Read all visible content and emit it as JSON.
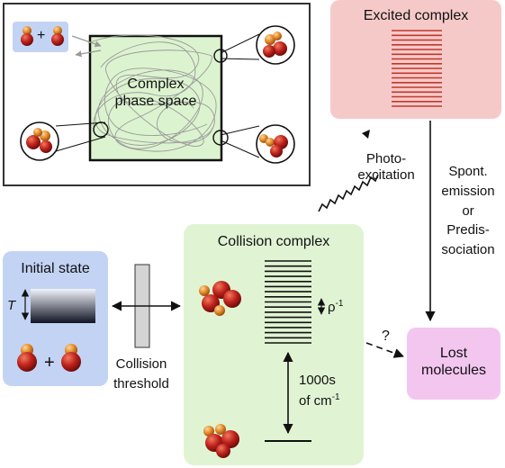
{
  "phase_space": {
    "label_line1": "Complex",
    "label_line2": "phase space",
    "reactant_plus": "+"
  },
  "excited_complex": {
    "title": "Excited complex"
  },
  "photoexcitation": {
    "line1": "Photo-",
    "line2": "excitation"
  },
  "spontaneous": {
    "line1": "Spont.",
    "line2": "emission",
    "line3": "or",
    "line4": "Predis-",
    "line5": "sociation"
  },
  "collision_complex": {
    "title": "Collision complex",
    "rho_base": "ρ",
    "rho_exp": "-1",
    "gap_line1": "1000s",
    "gap_base": "of cm",
    "gap_exp": "-1"
  },
  "initial_state": {
    "title": "Initial state",
    "temperature_symbol": "T",
    "plus": "+"
  },
  "threshold": {
    "line1": "Collision",
    "line2": "threshold"
  },
  "lost": {
    "line1": "Lost",
    "line2": "molecules",
    "question": "?"
  },
  "colors": {
    "phase_bg": "#dcf3cf",
    "excited_bg": "#f6c9c9",
    "collision_bg": "#e0f4d3",
    "initial_bg": "#c3d3f4",
    "lost_bg": "#f3c6f0",
    "level_red": "#c0392b",
    "atom_red": "#c0221c",
    "atom_orange": "#e58a28"
  }
}
